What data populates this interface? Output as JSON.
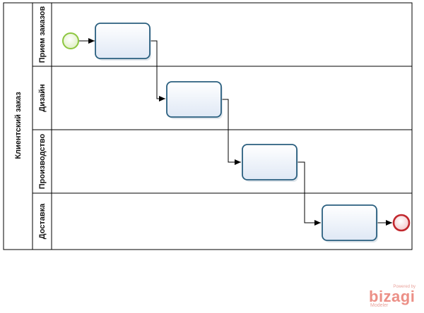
{
  "pool": {
    "title": "Клиентский заказ"
  },
  "lanes": [
    {
      "label": "Прием заказов"
    },
    {
      "label": "Дизайн"
    },
    {
      "label": "Производство"
    },
    {
      "label": "Доставка"
    }
  ],
  "tasks": [
    {
      "label": ""
    },
    {
      "label": ""
    },
    {
      "label": ""
    },
    {
      "label": ""
    }
  ],
  "events": {
    "start": {
      "label": "",
      "color": "#8dc63f"
    },
    "end": {
      "label": "",
      "color": "#c1272d"
    }
  },
  "colors": {
    "task_border": "#2a5f7f",
    "task_fill": "#e6eef8",
    "line": "#000000"
  },
  "watermark": {
    "top": "Powered by",
    "brand": "bizagi",
    "bottom": "Modeler"
  }
}
